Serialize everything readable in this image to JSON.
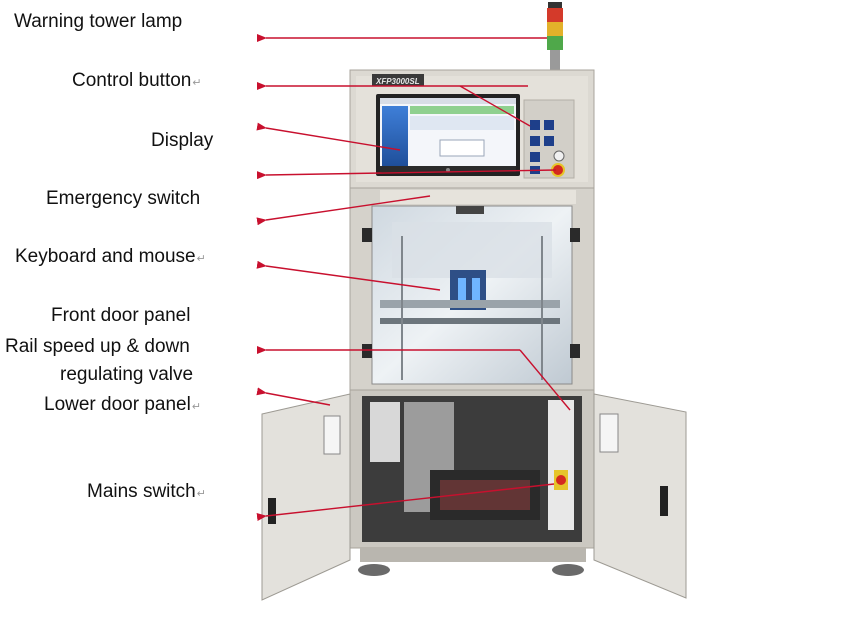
{
  "labels": {
    "warning_tower_lamp": "Warning tower lamp",
    "control_button": "Control button",
    "display": "Display",
    "emergency_switch": "Emergency  switch",
    "keyboard_and_mouse": "Keyboard  and  mouse",
    "front_door_panel": "Front door panel",
    "rail_speed_line1": "Rail speed up & down",
    "rail_speed_line2": "regulating valve",
    "lower_door_panel": "Lower door panel",
    "mains_switch": "Mains switch"
  },
  "machine": {
    "model_plate": "XFP3000SL"
  },
  "colors": {
    "arrow": "#c8102e",
    "cabinet": "#d9d6cf",
    "screen": "#2b6cc4"
  }
}
